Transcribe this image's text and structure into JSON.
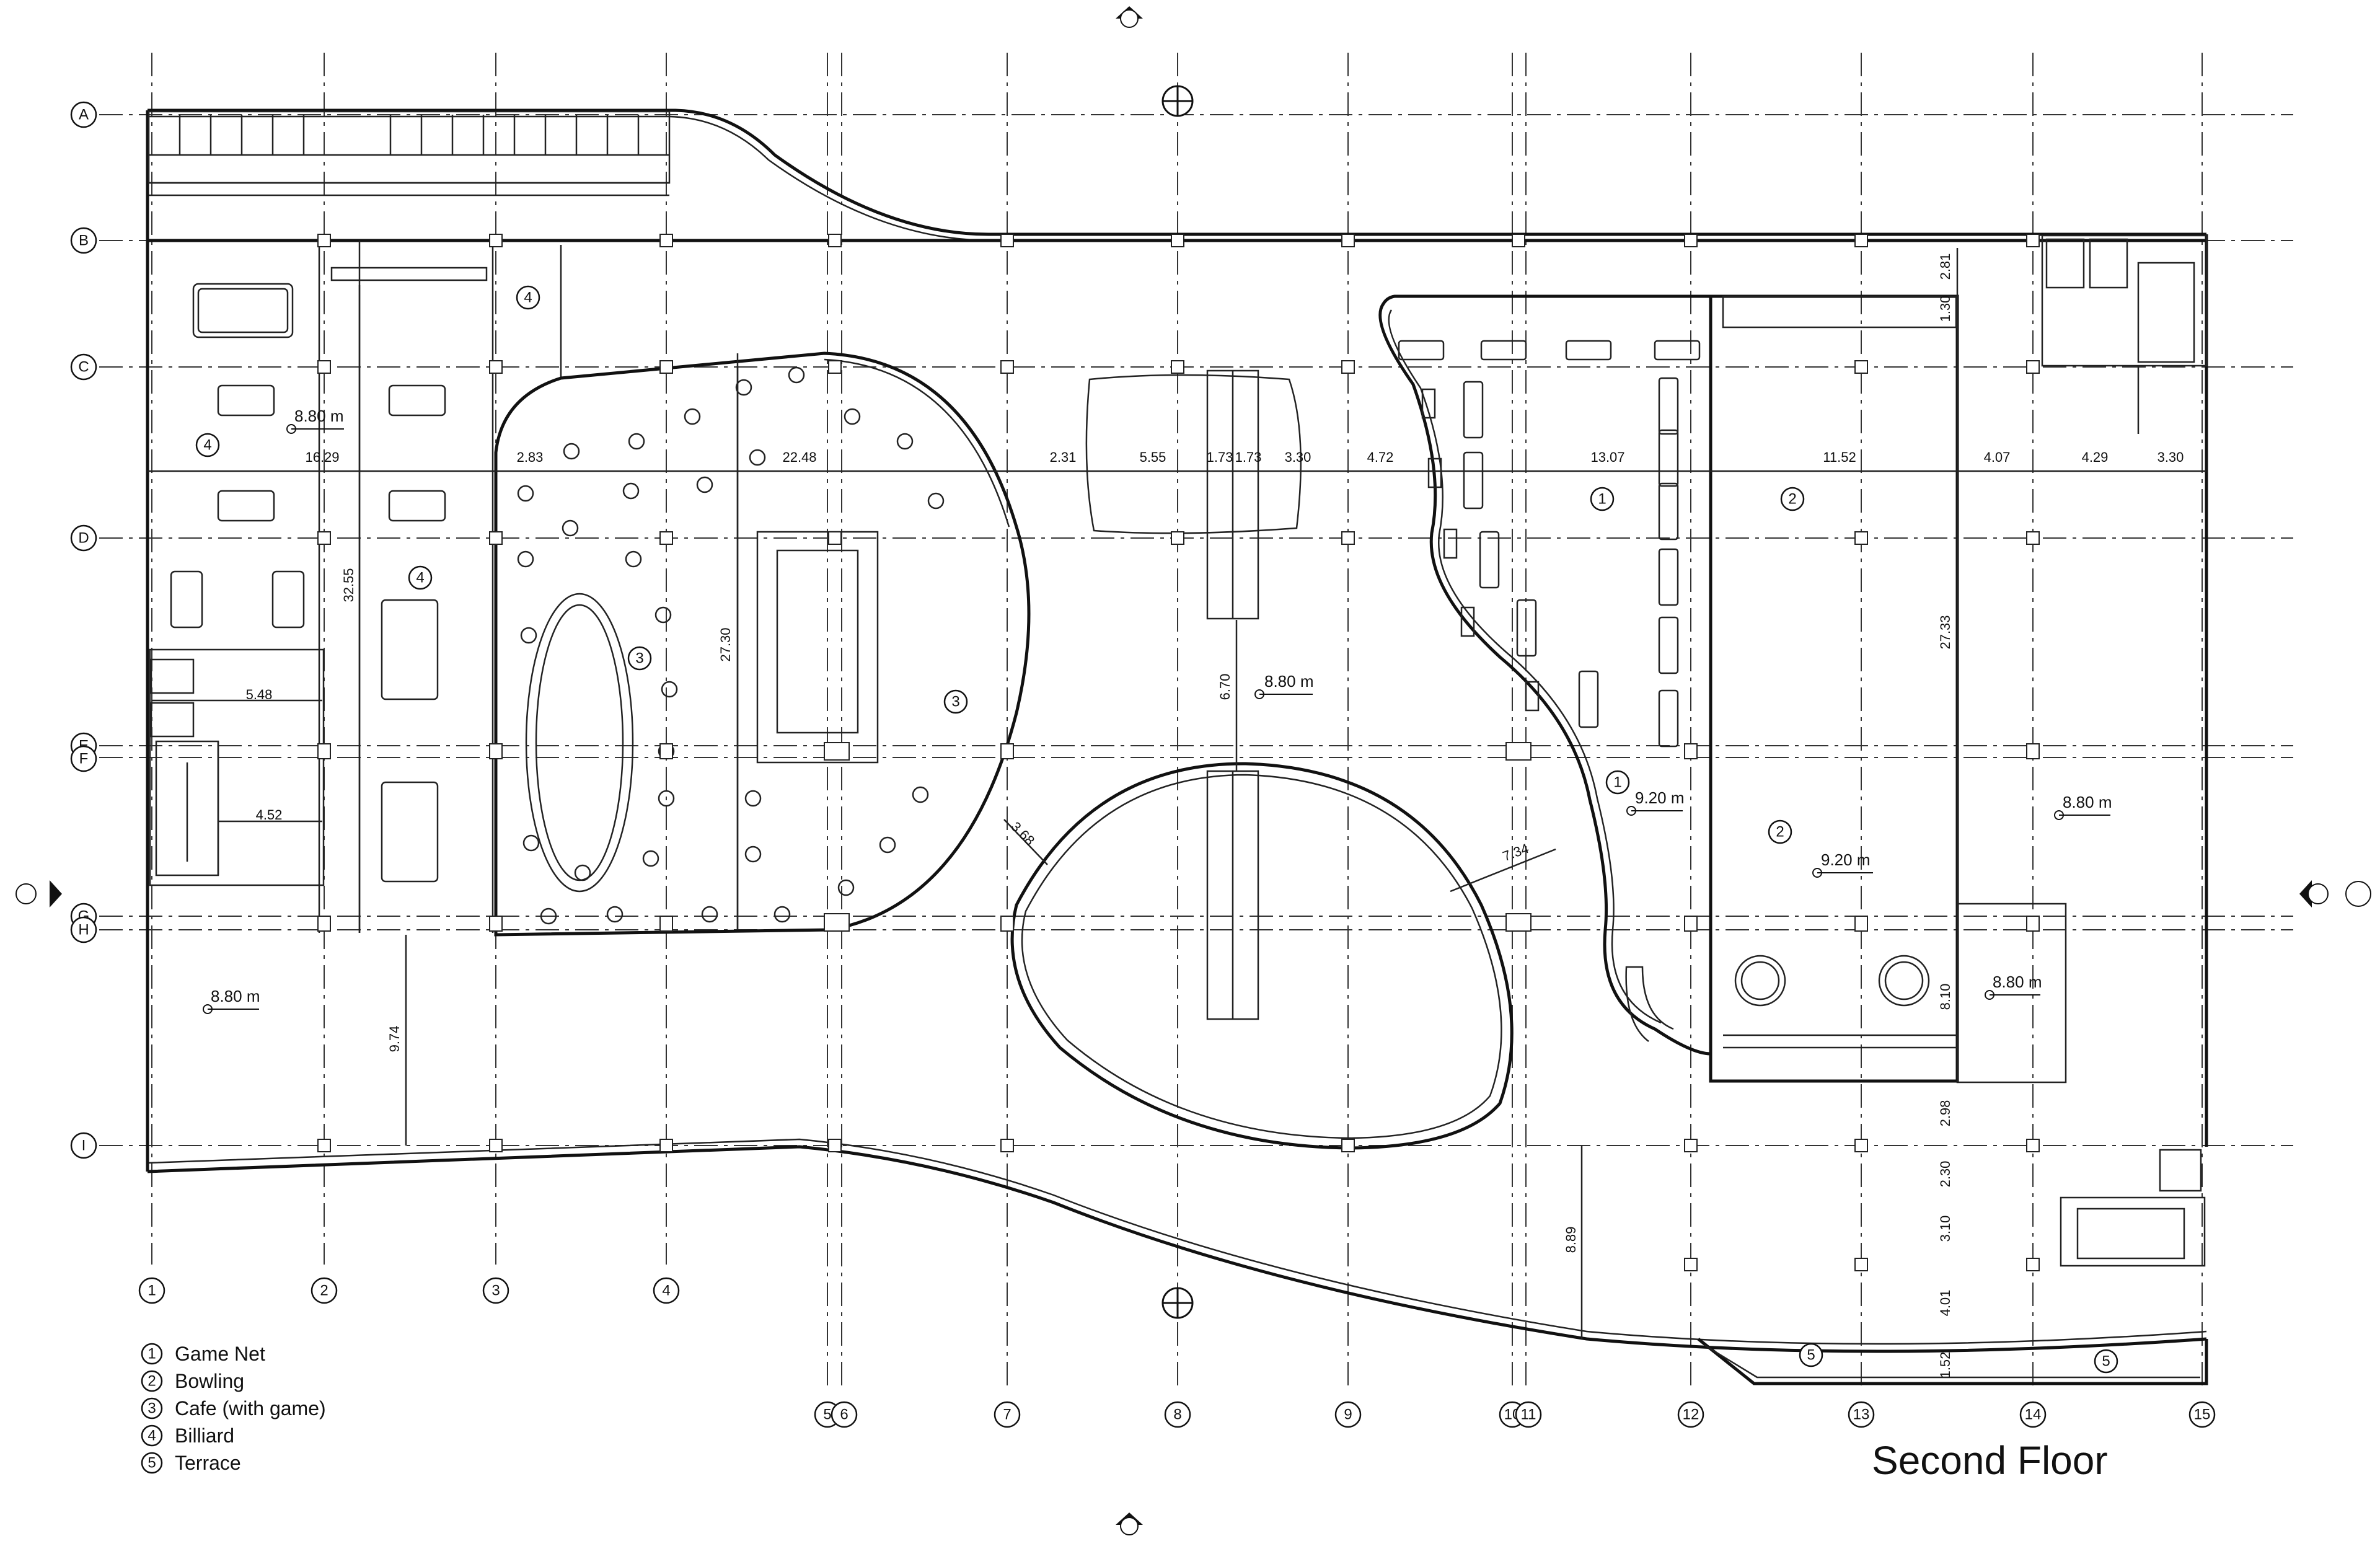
{
  "title": "Second Floor",
  "legend": [
    {
      "num": "1",
      "label": "Game Net"
    },
    {
      "num": "2",
      "label": "Bowling"
    },
    {
      "num": "3",
      "label": "Cafe (with game)"
    },
    {
      "num": "4",
      "label": "Billiard"
    },
    {
      "num": "5",
      "label": "Terrace"
    }
  ],
  "grid_rows": [
    "A",
    "B",
    "C",
    "D",
    "E",
    "F",
    "G",
    "H",
    "I"
  ],
  "grid_cols": [
    "1",
    "2",
    "3",
    "4",
    "5",
    "6",
    "7",
    "8",
    "9",
    "10",
    "11",
    "12",
    "13",
    "14",
    "15"
  ],
  "dimensions_top": [
    "16.29",
    "2.83",
    "22.48",
    "2.31",
    "5.55",
    "1.73",
    "1.73",
    "3.30",
    "4.72",
    "13.07",
    "11.52",
    "4.07",
    "4.29",
    "3.30"
  ],
  "dimensions_other": {
    "d_5_48": "5.48",
    "d_4_52": "4.52",
    "d_32_55": "32.55",
    "d_27_30": "27.30",
    "d_9_74": "9.74",
    "d_3_68": "3.68",
    "d_6_70": "6.70",
    "d_7_34": "7.34",
    "d_27_33": "27.33",
    "d_2_81": "2.81",
    "d_1_30": "1.30",
    "d_8_10": "8.10",
    "d_2_98": "2.98",
    "d_2_30": "2.30",
    "d_3_10": "3.10",
    "d_4_01": "4.01",
    "d_1_52": "1.52",
    "d_8_89": "8.89"
  },
  "levels": {
    "l1": "8.80 m",
    "l2": "8.80 m",
    "l3": "8.80 m",
    "l4": "9.20 m",
    "l5": "9.20 m",
    "l6": "8.80 m",
    "l7": "8.80 m"
  },
  "zone_numbers": {
    "z1": "4",
    "z2": "4",
    "z3": "4",
    "z4": "3",
    "z5": "3",
    "z6": "1",
    "z7": "1",
    "z8": "2",
    "z9": "2",
    "z10": "5",
    "z11": "5"
  }
}
